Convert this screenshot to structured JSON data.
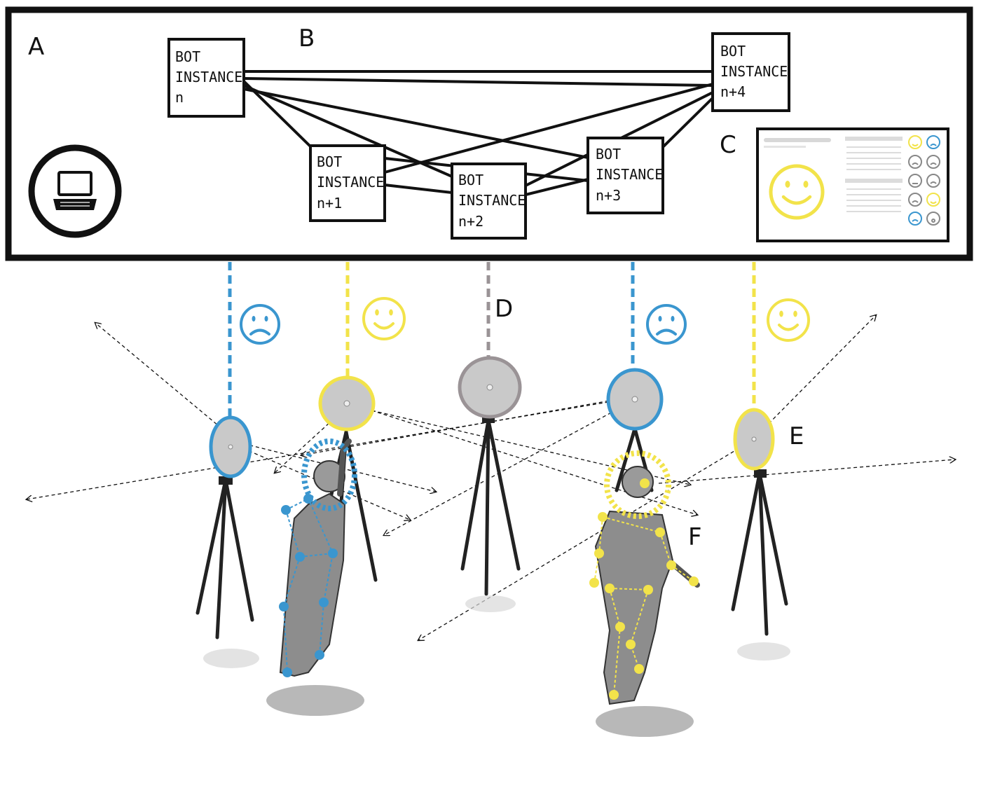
{
  "labels": {
    "a": "A",
    "b": "B",
    "c": "C",
    "d": "D",
    "e": "E",
    "f": "F"
  },
  "bot_instances": [
    {
      "line1": "BOT",
      "line2": "INSTANCE",
      "line3": "n"
    },
    {
      "line1": "BOT",
      "line2": "INSTANCE",
      "line3": "n+1"
    },
    {
      "line1": "BOT",
      "line2": "INSTANCE",
      "line3": "n+2"
    },
    {
      "line1": "BOT",
      "line2": "INSTANCE",
      "line3": "n+3"
    },
    {
      "line1": "BOT",
      "line2": "INSTANCE",
      "line3": "n+4"
    }
  ],
  "colors": {
    "happy": "#f2e34a",
    "sad": "#3a96cf",
    "neutral": "#9a9396",
    "frame": "#111111",
    "device_fill": "#c9c9c9"
  },
  "icons": {
    "computer": "laptop-icon",
    "dashboard": "emotion-dashboard",
    "happy": "happy-face-icon",
    "sad": "sad-face-icon"
  }
}
